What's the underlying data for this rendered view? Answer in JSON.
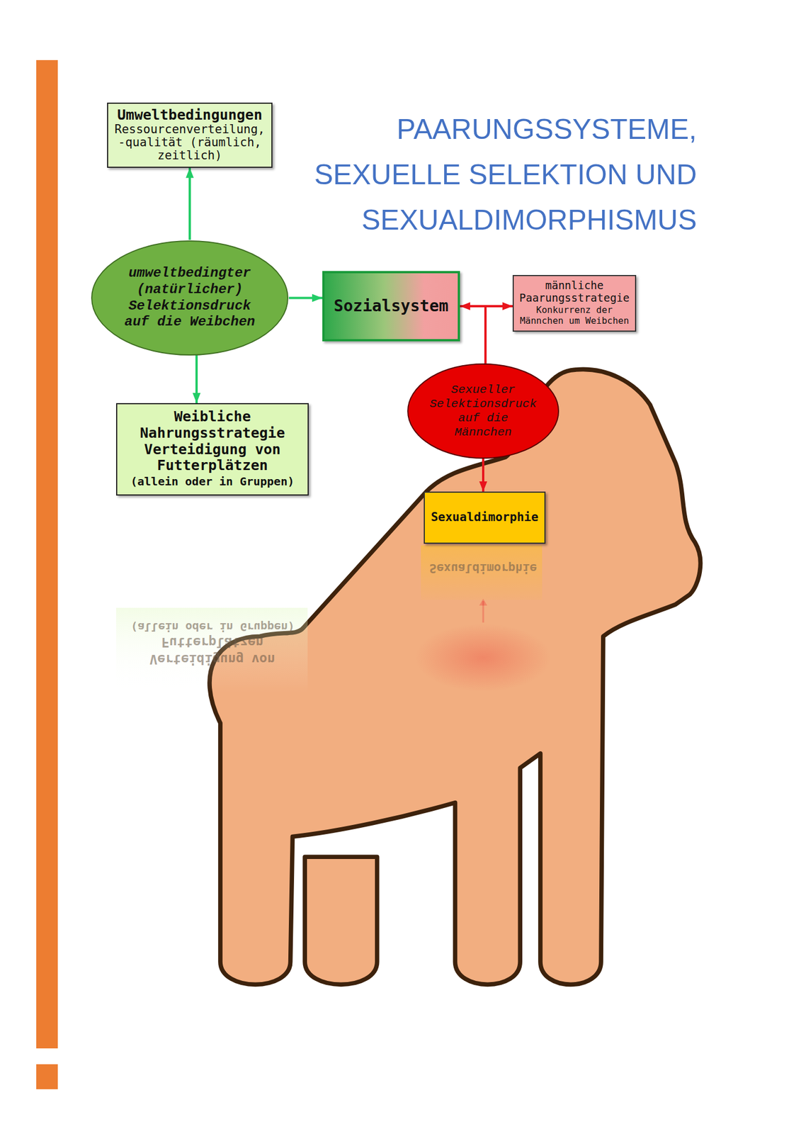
{
  "diagram": {
    "title": "PAARUNGSSYSTEME, SEXUELLE SELEKTION UND SEXUALDIMORPHISMUS",
    "nodes": [
      {
        "text": [
          "Umweltbedingungen",
          "Ressourcenverteilung, -qualität (räumlich, zeitlich)"
        ]
      },
      {
        "text": [
          "umweltbedingter (natürlicher) Selektionsdruck auf die Weibchen"
        ]
      },
      {
        "text": [
          "Sozialsystem"
        ]
      },
      {
        "text": [
          "männliche Paarungsstrategie",
          "Konkurrenz der Männchen um Weibchen"
        ]
      },
      {
        "text": [
          "Sexueller Selektionsdruck auf die Männchen"
        ]
      },
      {
        "text": [
          "Weibliche Nahrungsstrategie",
          "Verteidigung von Futterplätzen",
          "(allein oder in Gruppen)"
        ]
      },
      {
        "text": [
          "Sexualdimorphie"
        ]
      }
    ],
    "edges": [
      {
        "from": 1,
        "to": 0,
        "arrow": "to"
      },
      {
        "from": 1,
        "to": 5,
        "arrow": "to"
      },
      {
        "from": 1,
        "to": 2,
        "arrow": "to"
      },
      {
        "from": 4,
        "to": 2,
        "arrow": "to"
      },
      {
        "from": 4,
        "to": 3,
        "arrow": "to"
      },
      {
        "from": 4,
        "to": 6,
        "arrow": "to"
      }
    ],
    "labels": [
      "Sexualdimorphie",
      "(allein oder in Gruppen)",
      "Futterplätzen",
      "Verteidigung von"
    ]
  }
}
